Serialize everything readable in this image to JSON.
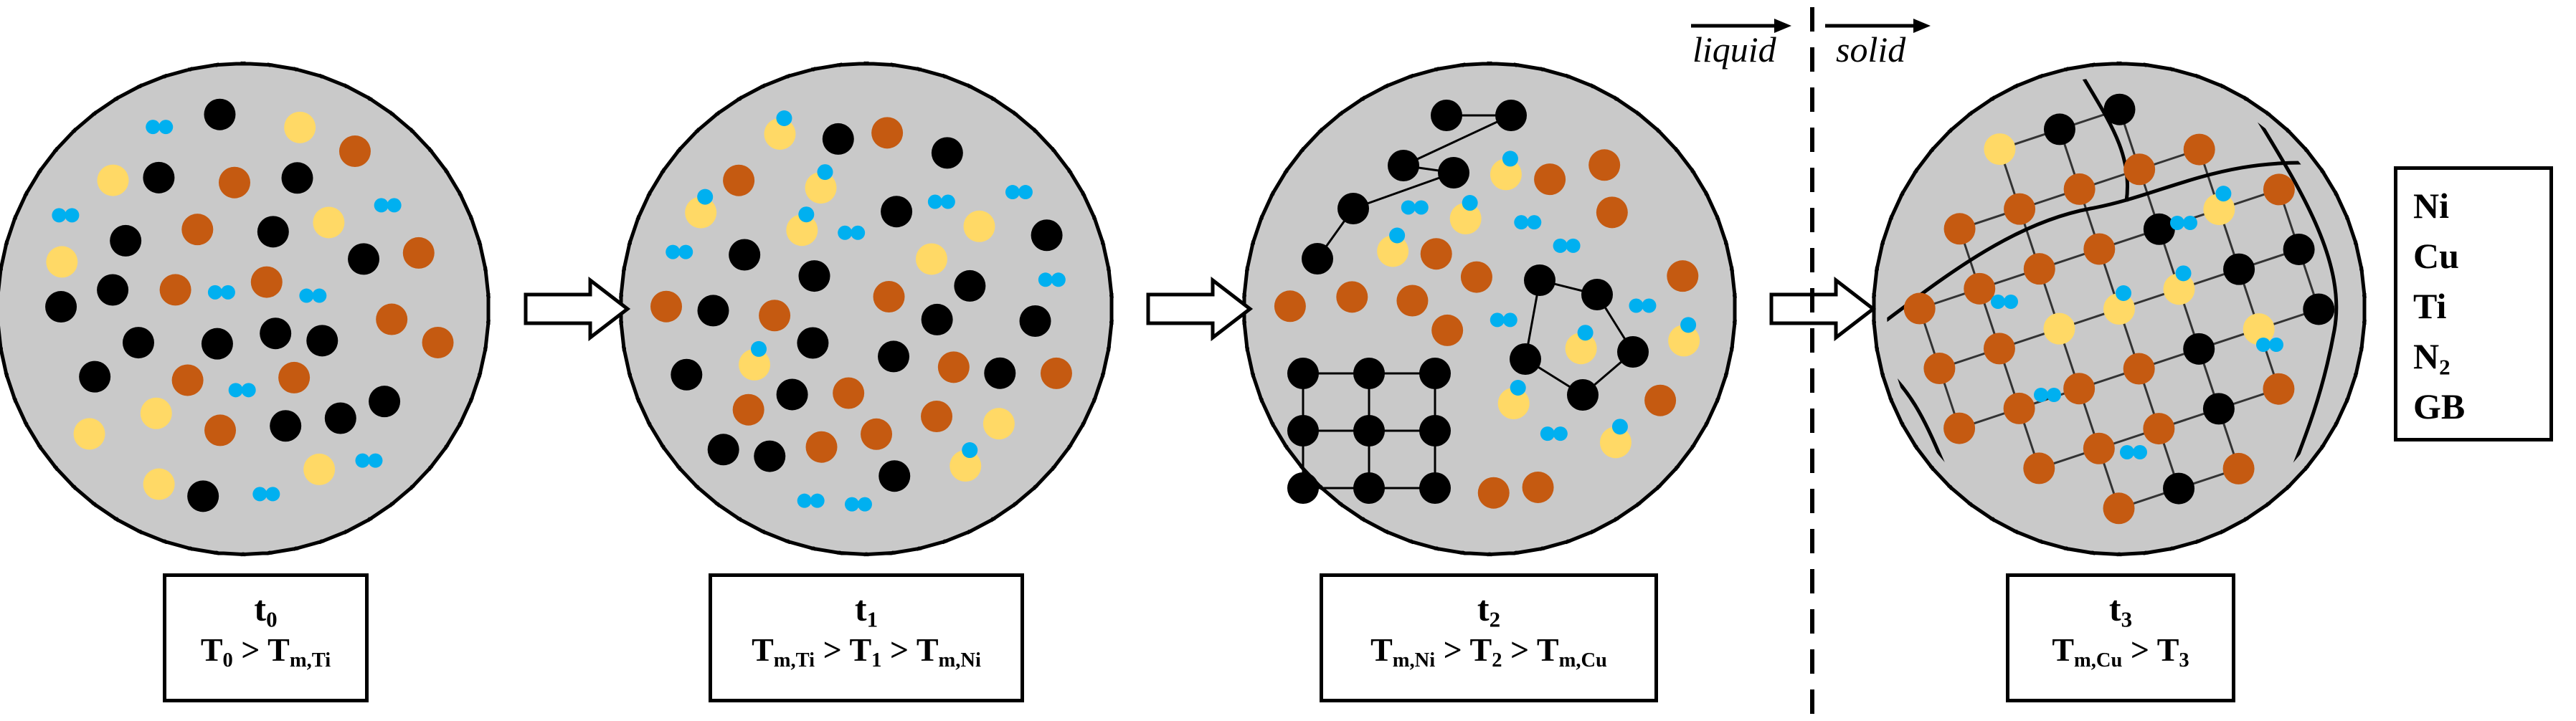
{
  "stages": [
    {
      "name": "t",
      "name_sub": "0",
      "cond": [
        [
          "T",
          "0"
        ],
        [
          " > ",
          ""
        ],
        [
          "T",
          "m,Ti"
        ]
      ]
    },
    {
      "name": "t",
      "name_sub": "1",
      "cond": [
        [
          "T",
          "m,Ti"
        ],
        [
          " > ",
          ""
        ],
        [
          "T",
          "1"
        ],
        [
          " > ",
          ""
        ],
        [
          "T",
          "m,Ni"
        ]
      ]
    },
    {
      "name": "t",
      "name_sub": "2",
      "cond": [
        [
          "T",
          "m,Ni"
        ],
        [
          " > ",
          ""
        ],
        [
          "T",
          "2"
        ],
        [
          " > ",
          ""
        ],
        [
          "T",
          "m,Cu"
        ]
      ]
    },
    {
      "name": "t",
      "name_sub": "3",
      "cond": [
        [
          "T",
          "m,Cu"
        ],
        [
          " > ",
          ""
        ],
        [
          "T",
          "3"
        ]
      ]
    }
  ],
  "regions": {
    "left": "liquid",
    "right": "solid"
  },
  "legend": [
    {
      "label": "Ni",
      "sub": "",
      "symbol": "ni-atom"
    },
    {
      "label": "Cu",
      "sub": "",
      "symbol": "cu-atom"
    },
    {
      "label": "Ti",
      "sub": "",
      "symbol": "ti-atom"
    },
    {
      "label": "N",
      "sub": "2",
      "symbol": "n2-molecule"
    },
    {
      "label": "GB",
      "sub": "",
      "symbol": "grain-boundary"
    }
  ],
  "colors": {
    "ni": "#000000",
    "cu": "#c55a11",
    "ti": "#ffd966",
    "n2": "#00b0f0",
    "melt": "#c9c9c9",
    "bond": "#000000",
    "grain_boundary": "#1f3864"
  }
}
